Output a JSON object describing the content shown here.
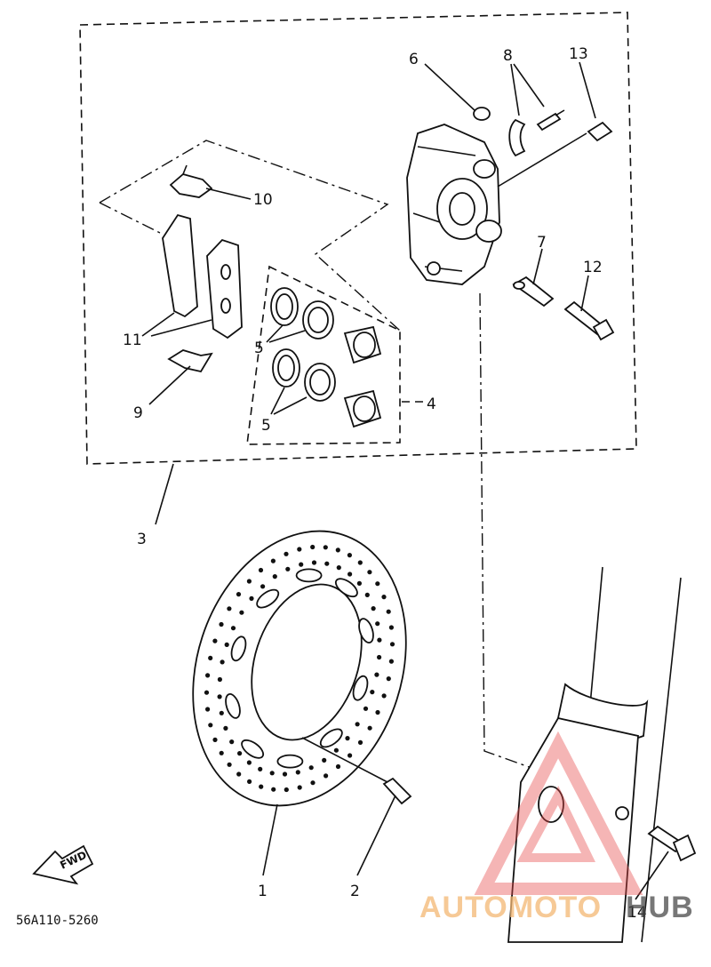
{
  "diagram": {
    "callouts": {
      "c1": "1",
      "c2": "2",
      "c3": "3",
      "c4": "4",
      "c5a": "5",
      "c5b": "5",
      "c6": "6",
      "c7": "7",
      "c8": "8",
      "c9": "9",
      "c10": "10",
      "c11": "11",
      "c12": "12",
      "c13": "13",
      "c14": "14"
    },
    "fwd_mark": "FWD",
    "drawing_code": "56A110-5260"
  },
  "watermark": {
    "part1": "AUTOMOTO",
    "part2": "HUB",
    "color_primary": "#f3b774",
    "color_secondary": "#4a4a4a",
    "triangle_color": "#e84b4b"
  }
}
